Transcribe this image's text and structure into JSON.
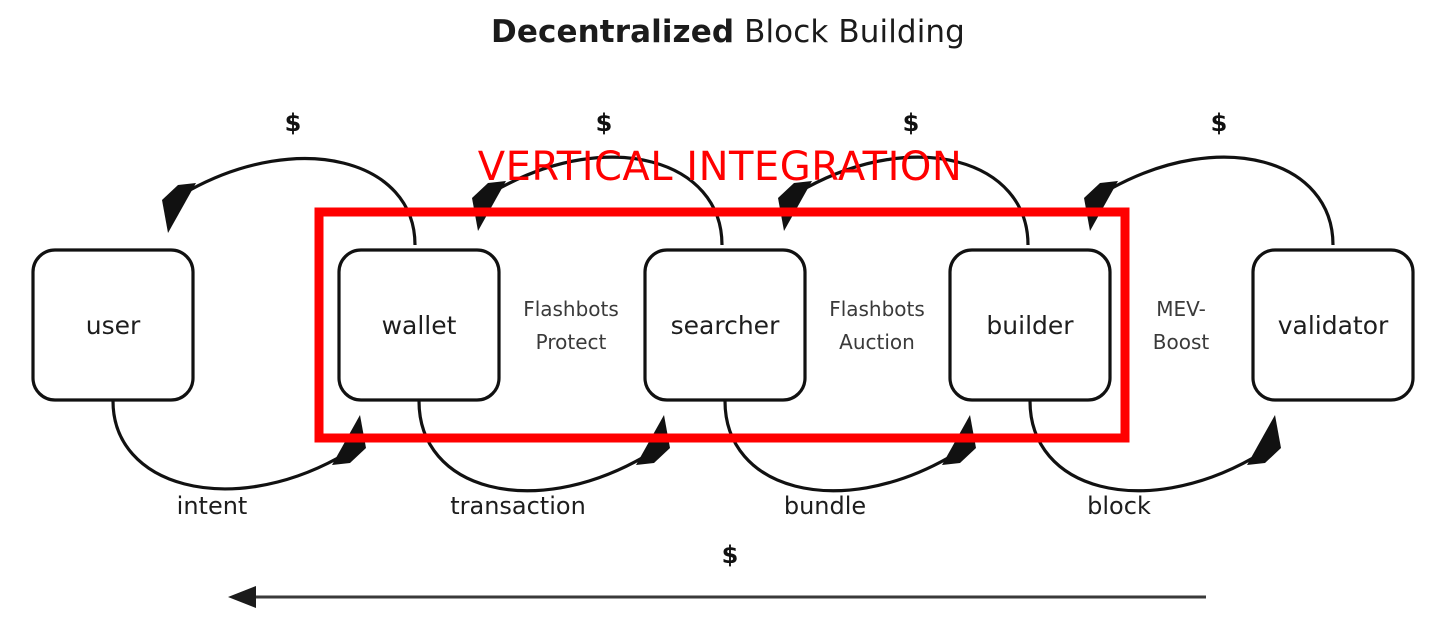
{
  "title": {
    "emphasis": "Decentralized",
    "rest": " Block Building"
  },
  "overlay": {
    "label": "VERTICAL INTEGRATION",
    "color": "#ff0000"
  },
  "nodes": [
    {
      "id": "user",
      "label": "user"
    },
    {
      "id": "wallet",
      "label": "wallet"
    },
    {
      "id": "searcher",
      "label": "searcher"
    },
    {
      "id": "builder",
      "label": "builder"
    },
    {
      "id": "validator",
      "label": "validator"
    }
  ],
  "middle_labels": [
    {
      "id": "flashbots-protect",
      "line1": "Flashbots",
      "line2": "Protect"
    },
    {
      "id": "flashbots-auction",
      "line1": "Flashbots",
      "line2": "Auction"
    },
    {
      "id": "mev-boost",
      "line1": "MEV-",
      "line2": "Boost"
    }
  ],
  "top_money_labels": [
    "$",
    "$",
    "$",
    "$"
  ],
  "bottom_flow_labels": [
    "intent",
    "transaction",
    "bundle",
    "block"
  ],
  "bottom_money_label": "$",
  "highlight": {
    "name": "vertical-integration-box",
    "covers": [
      "wallet",
      "searcher",
      "builder"
    ]
  },
  "chart_data": {
    "type": "diagram",
    "title": "Decentralized Block Building",
    "nodes": [
      "user",
      "wallet",
      "searcher",
      "builder",
      "validator"
    ],
    "forward_edges": [
      {
        "from": "user",
        "to": "wallet",
        "label": "intent",
        "direction": "left-to-right"
      },
      {
        "from": "wallet",
        "to": "searcher",
        "label": "transaction",
        "direction": "left-to-right"
      },
      {
        "from": "searcher",
        "to": "builder",
        "label": "bundle",
        "direction": "left-to-right"
      },
      {
        "from": "builder",
        "to": "validator",
        "label": "block",
        "direction": "left-to-right"
      }
    ],
    "reverse_edges": [
      {
        "from": "wallet",
        "to": "user",
        "label": "$",
        "direction": "right-to-left"
      },
      {
        "from": "searcher",
        "to": "wallet",
        "label": "$",
        "direction": "right-to-left"
      },
      {
        "from": "builder",
        "to": "searcher",
        "label": "$",
        "direction": "right-to-left"
      },
      {
        "from": "validator",
        "to": "builder",
        "label": "$",
        "direction": "right-to-left"
      }
    ],
    "middle_annotations": [
      "Flashbots Protect",
      "Flashbots Auction",
      "MEV-Boost"
    ],
    "global_flow": {
      "label": "$",
      "direction": "right-to-left"
    },
    "highlight_group": [
      "wallet",
      "searcher",
      "builder"
    ],
    "highlight_label": "VERTICAL INTEGRATION"
  }
}
